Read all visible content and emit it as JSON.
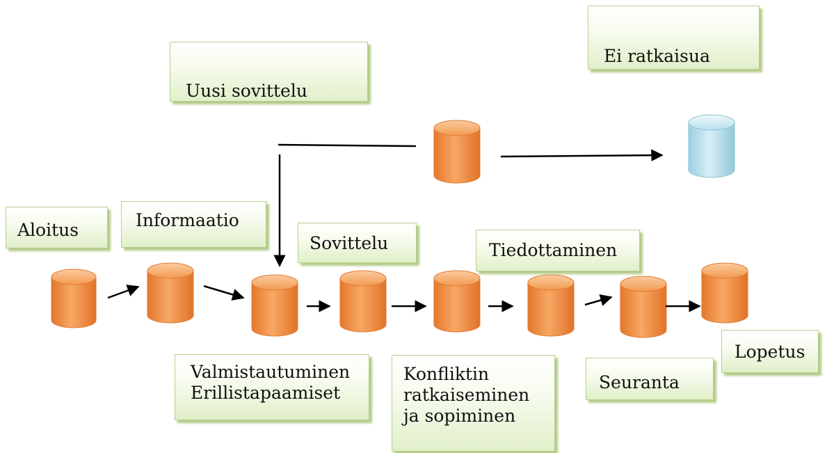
{
  "boxes": {
    "ei_ratkaisua": "Ei ratkaisua",
    "uusi_sovittelu": "Uusi sovittelu",
    "aloitus": "Aloitus",
    "informaatio": "Informaatio",
    "sovittelu": "Sovittelu",
    "tiedottaminen": "Tiedottaminen",
    "valmistautuminen": [
      "Valmistautuminen",
      "Erillistapaamiset"
    ],
    "konfliktin": [
      "Konfliktin",
      "ratkaiseminen",
      "ja sopiminen"
    ],
    "seuranta": "Seuranta",
    "lopetus": "Lopetus"
  },
  "colors": {
    "process_cylinder": "#f39a4e",
    "end_cylinder": "#b7e1ee",
    "box_border": "#b7cf8e",
    "arrow": "#000000"
  }
}
